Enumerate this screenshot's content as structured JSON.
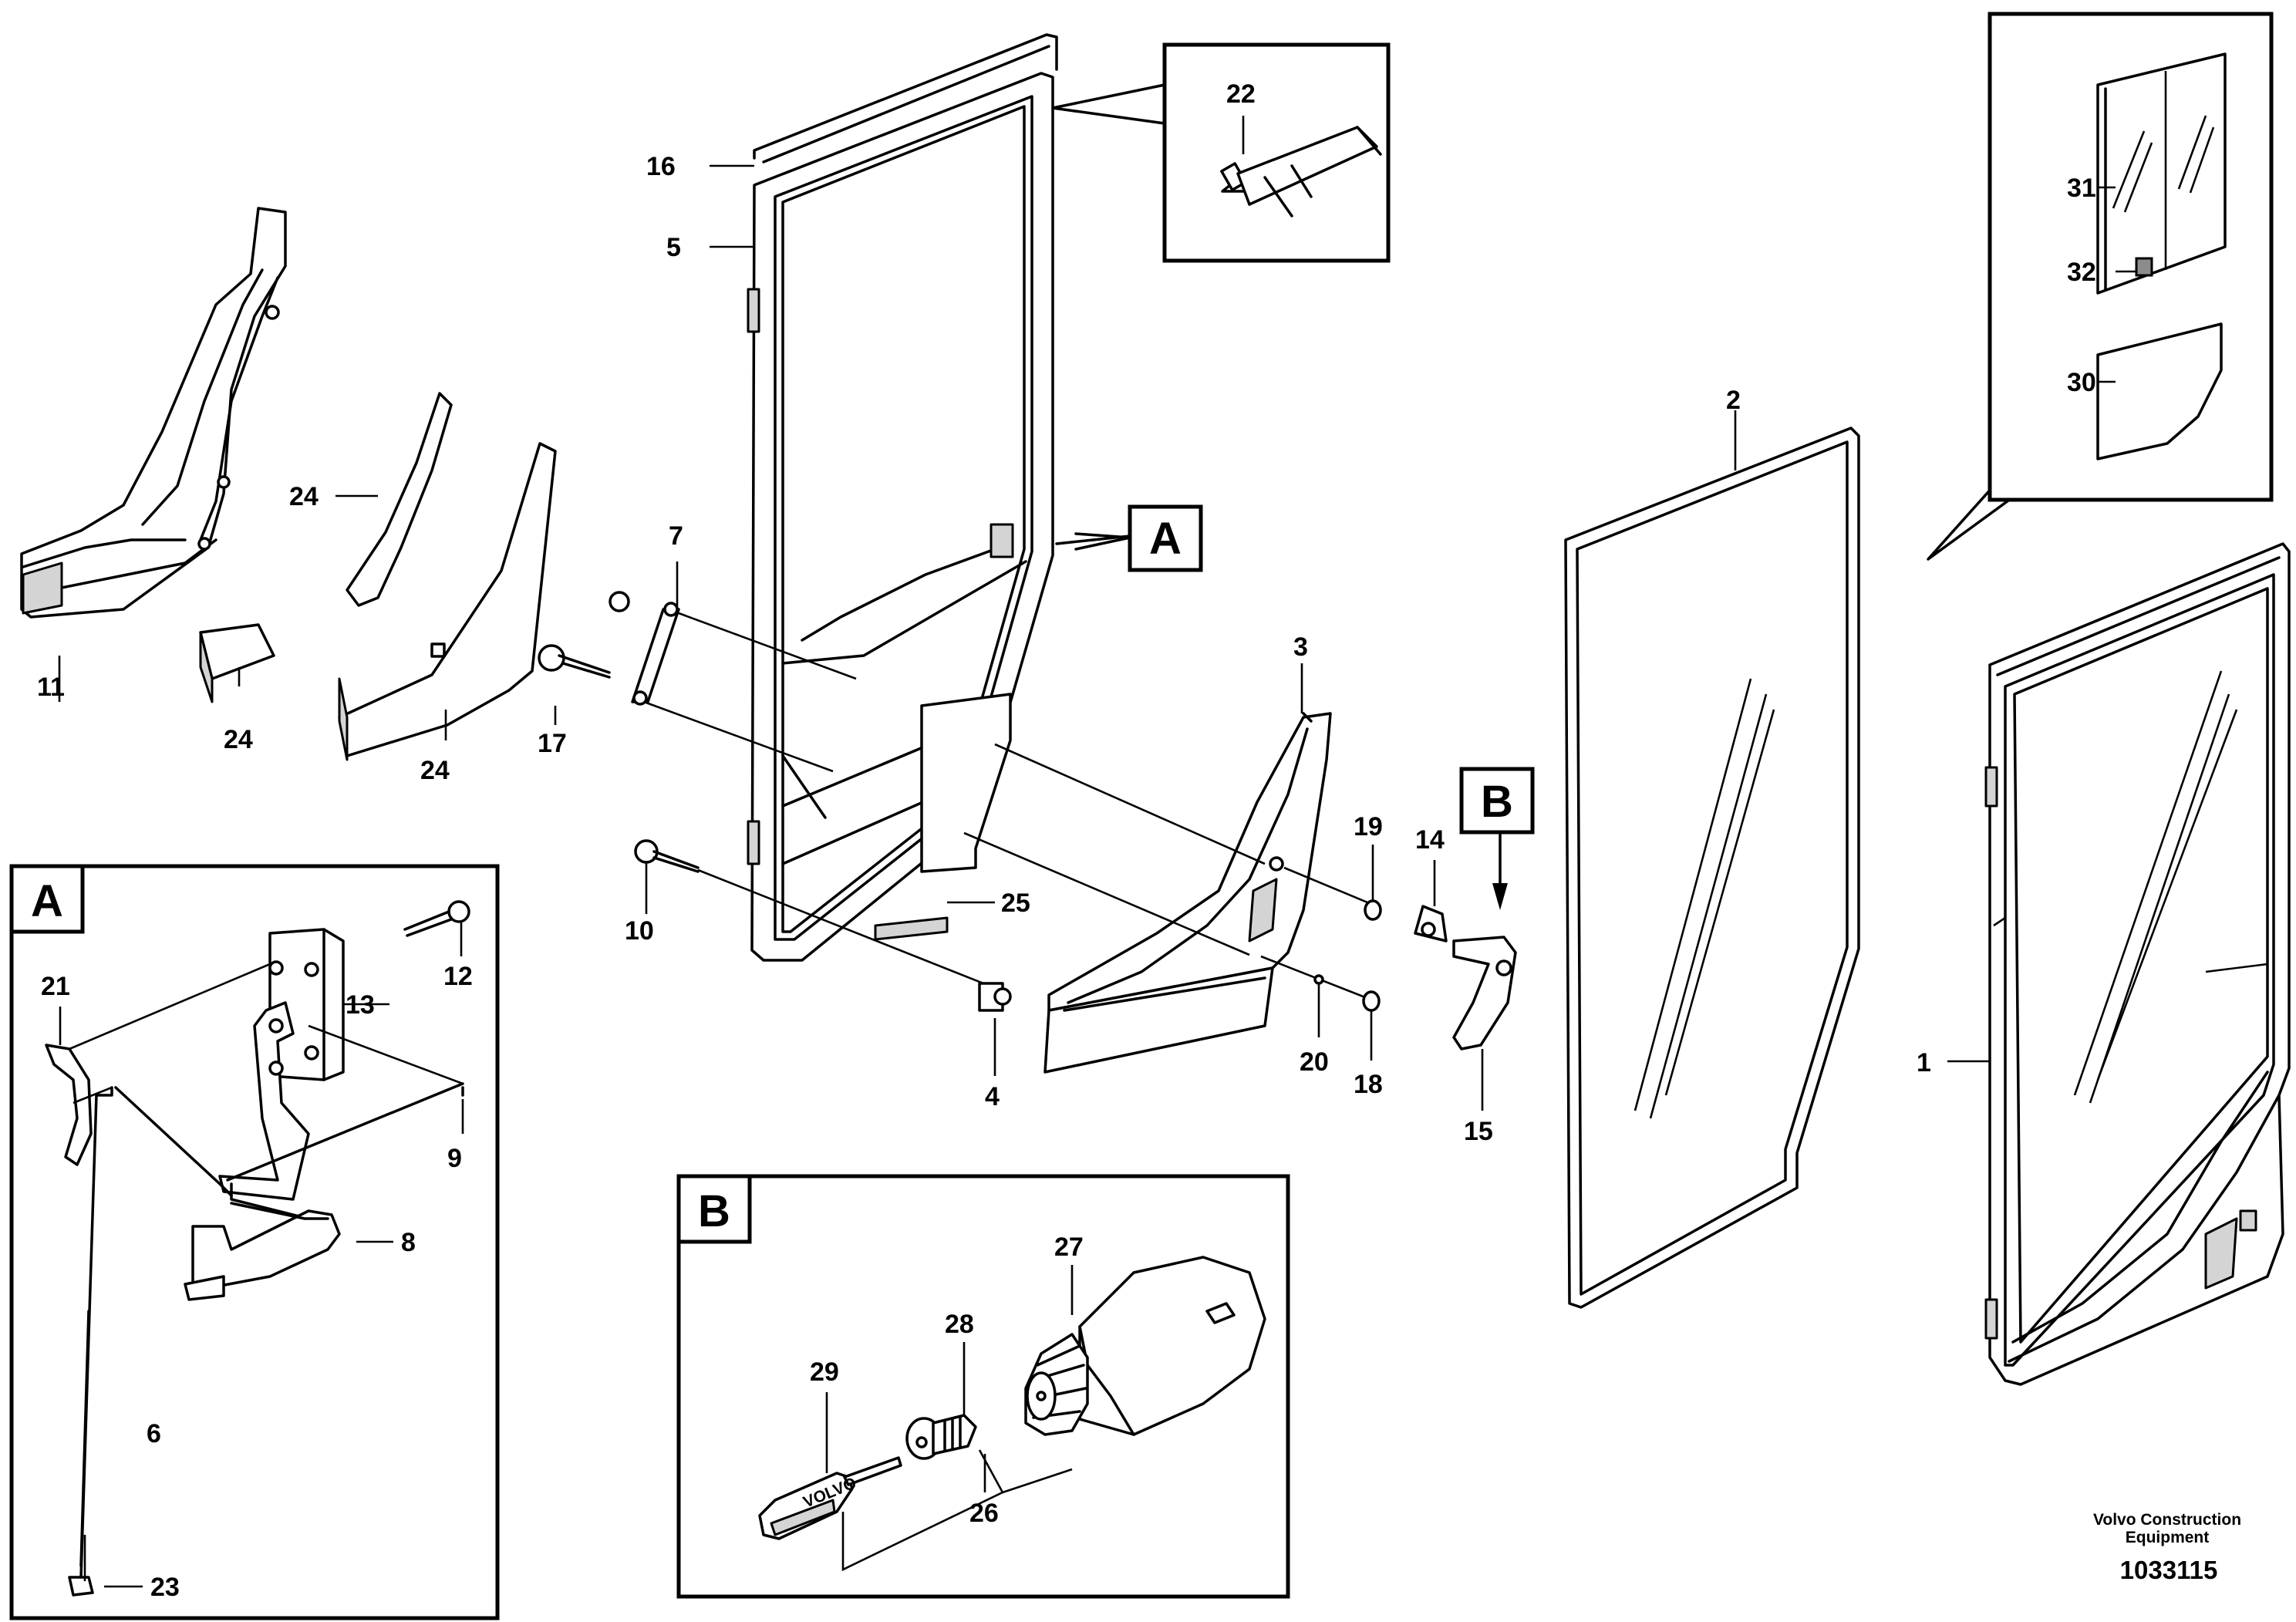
{
  "labels": {
    "l1": "1",
    "l2": "2",
    "l3": "3",
    "l4": "4",
    "l5": "5",
    "l6": "6",
    "l7": "7",
    "l8": "8",
    "l9": "9",
    "l10": "10",
    "l11": "11",
    "l12": "12",
    "l13": "13",
    "l14": "14",
    "l15": "15",
    "l16": "16",
    "l17": "17",
    "l18": "18",
    "l19": "19",
    "l20": "20",
    "l21": "21",
    "l22": "22",
    "l23": "23",
    "l24a": "24",
    "l24b": "24",
    "l24c": "24",
    "l25": "25",
    "l26": "26",
    "l27": "27",
    "l28": "28",
    "l29": "29",
    "l30": "30",
    "l31": "31",
    "l32": "32"
  },
  "callouts": {
    "A_ref": "A",
    "B_ref": "B",
    "A_box": "A",
    "B_box": "B"
  },
  "footer": {
    "company_line1": "Volvo Construction",
    "company_line2": "Equipment",
    "drawing_number": "1033115"
  },
  "icons": {
    "sealant_tube": "sealant-tube-icon",
    "key": "key-icon"
  }
}
